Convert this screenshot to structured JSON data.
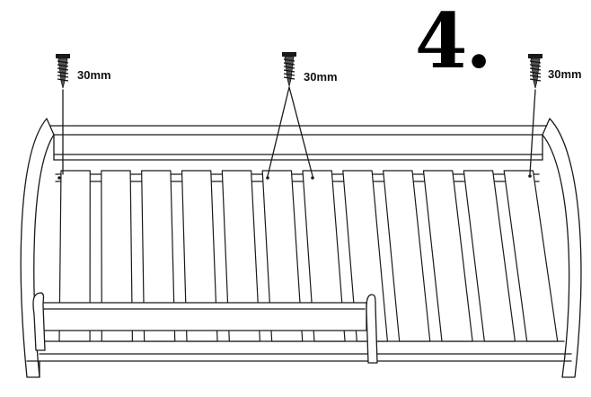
{
  "step": {
    "number": "4."
  },
  "screws": [
    {
      "label": "30mm"
    },
    {
      "label": "30mm"
    },
    {
      "label": "30mm"
    }
  ],
  "icons": {
    "screw": "screw-icon"
  },
  "colors": {
    "line": "#1a1a1a",
    "background": "#ffffff"
  }
}
